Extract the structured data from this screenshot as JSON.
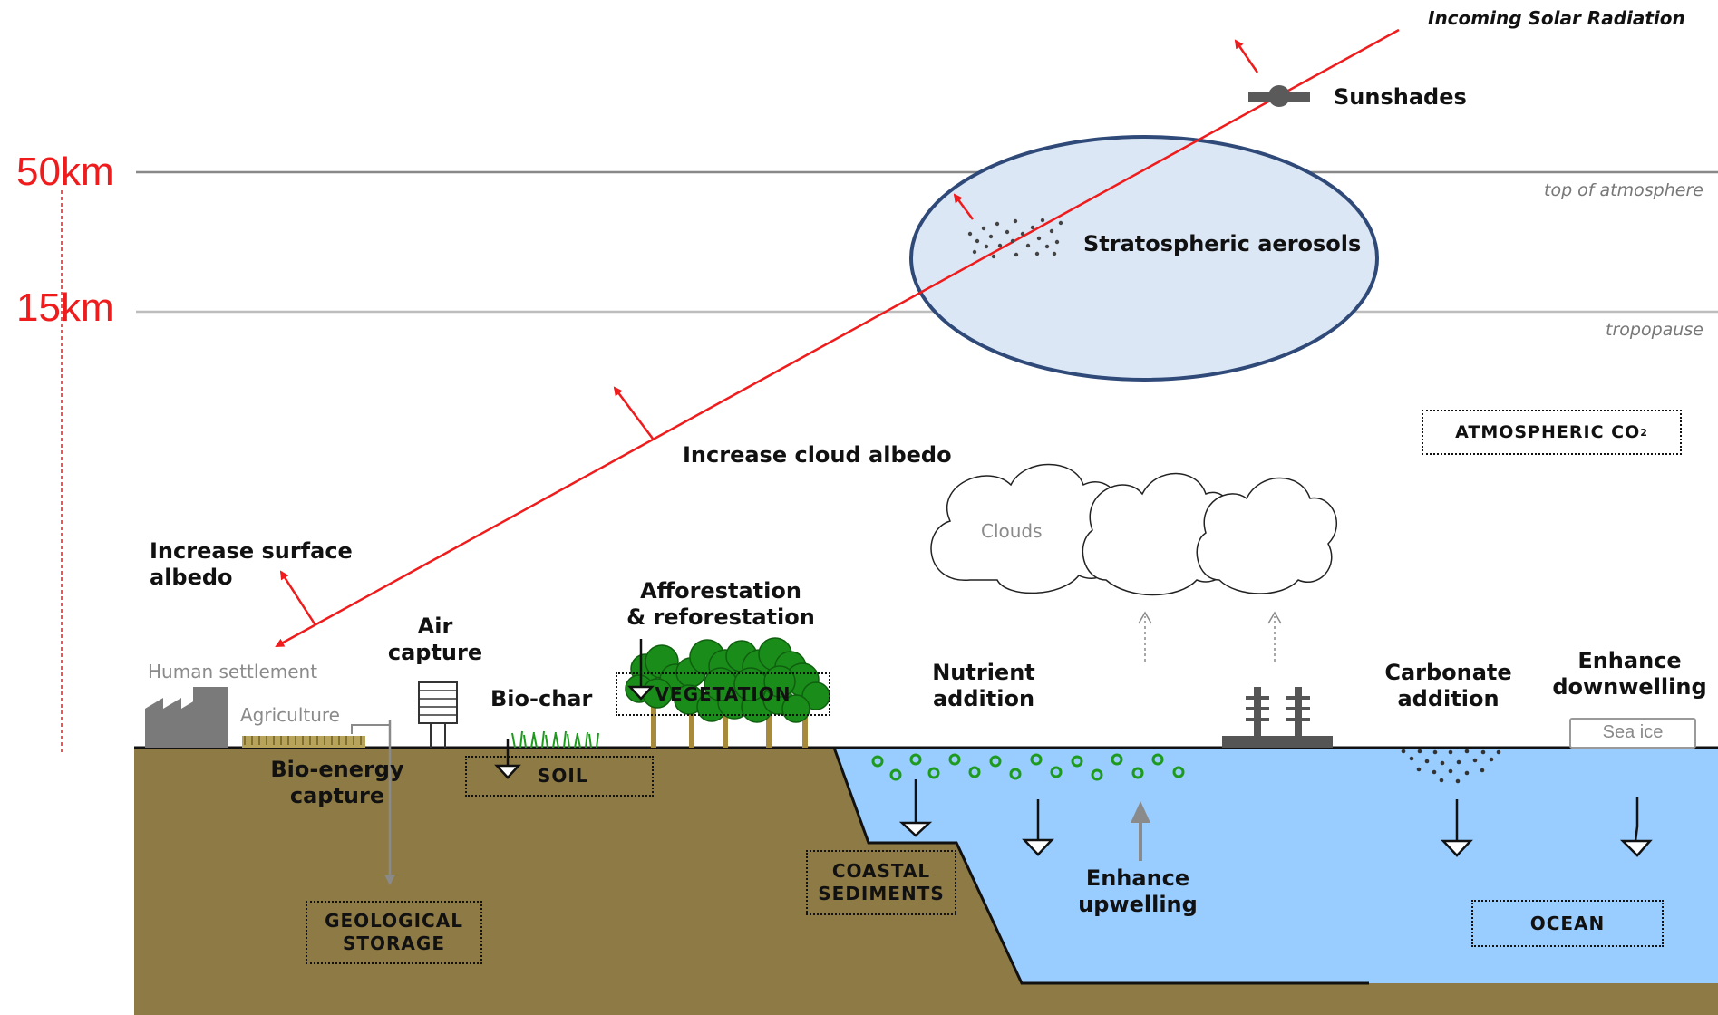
{
  "altitudes": {
    "alt_50": "50km",
    "alt_15": "15km"
  },
  "atmosphere": {
    "top": "top of atmosphere",
    "tropopause": "tropopause"
  },
  "solar": {
    "incoming": "Incoming Solar Radiation",
    "sunshades": "Sunshades",
    "stratospheric_aerosols": "Stratospheric aerosols",
    "cloud_albedo": "Increase cloud albedo",
    "surface_albedo": "Increase surface\nalbedo"
  },
  "boxes": {
    "atmospheric_co2": "ATMOSPHERIC CO",
    "atmospheric_co2_sub": "2",
    "vegetation": "VEGETATION",
    "soil": "SOIL",
    "geological_storage": "GEOLOGICAL\nSTORAGE",
    "coastal_sediments": "COASTAL\nSEDIMENTS",
    "ocean": "OCEAN"
  },
  "labels": {
    "human_settlement": "Human settlement",
    "agriculture": "Agriculture",
    "air_capture": "Air\ncapture",
    "bio_char": "Bio-char",
    "afforestation": "Afforestation\n& reforestation",
    "bio_energy": "Bio-energy\ncapture",
    "clouds": "Clouds",
    "nutrient_addition": "Nutrient\naddition",
    "enhance_upwelling": "Enhance\nupwelling",
    "carbonate_addition": "Carbonate\naddition",
    "enhance_downwelling": "Enhance\ndownwelling",
    "sea_ice": "Sea ice"
  },
  "colors": {
    "radiation": "#ee1c1c",
    "ground": "#8e7a45",
    "ocean": "#99ccff",
    "ellipse_fill": "#dce7f6",
    "ellipse_stroke": "#2f4a78",
    "tree": "#1a8c1a",
    "tree_dark": "#0f5f0f",
    "algae": "#1e9b1e",
    "trunk": "#a88a3c"
  },
  "icons": [
    "factory-icon",
    "air-capture-unit-icon",
    "sunshade-satellite-icon",
    "power-station-icon",
    "cloud-icon",
    "tree-icon",
    "algae-icon",
    "down-arrow-icon",
    "reflection-arrow-icon"
  ]
}
